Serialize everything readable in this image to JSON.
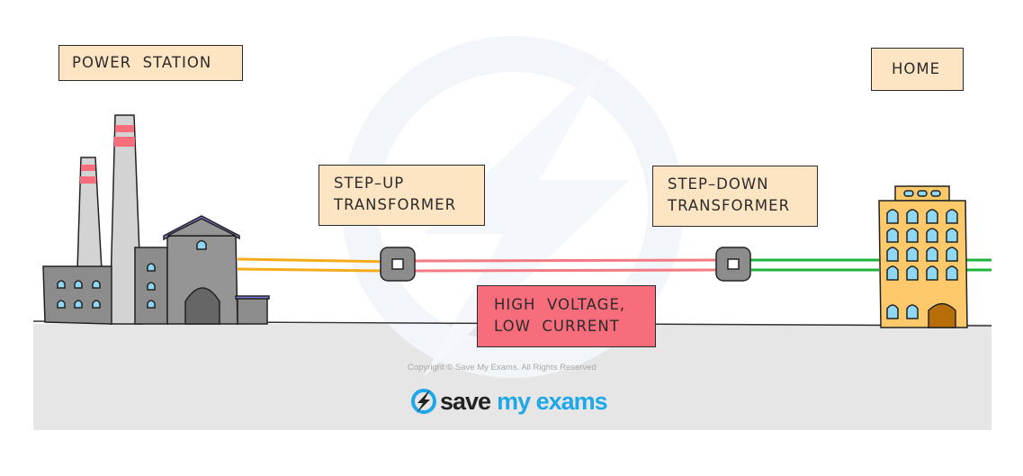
{
  "labels": {
    "power_station": "POWER  STATION",
    "step_up": "STEP–UP\nTRANSFORMER",
    "step_down": "STEP–DOWN\nTRANSFORMER",
    "home": "HOME",
    "transmission": "HIGH  VOLTAGE,\nLOW  CURRENT"
  },
  "footer": {
    "copyright": "Copyright © Save My Exams. All Rights Reserved",
    "logo_save": "save",
    "logo_rest": "my exams"
  },
  "colors": {
    "label_fill": "#fde4c2",
    "highlight_fill": "#f76d7b",
    "low_voltage_wire": "#f4ac1b",
    "high_voltage_wire": "#f57a82",
    "home_wire": "#1db43c",
    "brand_blue": "#1fa8e8"
  }
}
